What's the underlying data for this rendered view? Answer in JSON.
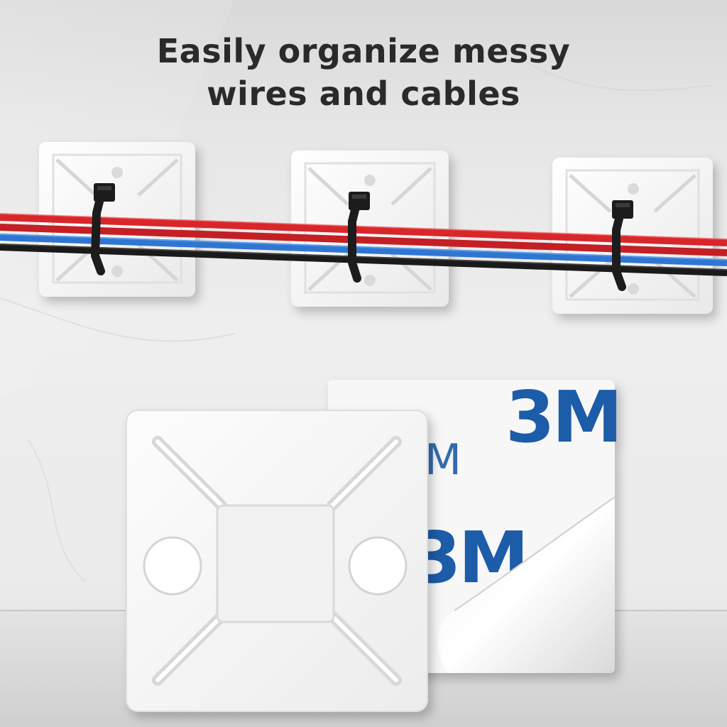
{
  "headline": {
    "line1": "Easily organize messy",
    "line2": "wires and cables"
  },
  "brand": {
    "logo_text": "3M",
    "logo_color": "#1e5ca8"
  },
  "colors": {
    "wire_red": "#d8262b",
    "wire_blue": "#2f76d2",
    "wire_black": "#1a1a1a",
    "tie_black": "#1c1c1c"
  }
}
